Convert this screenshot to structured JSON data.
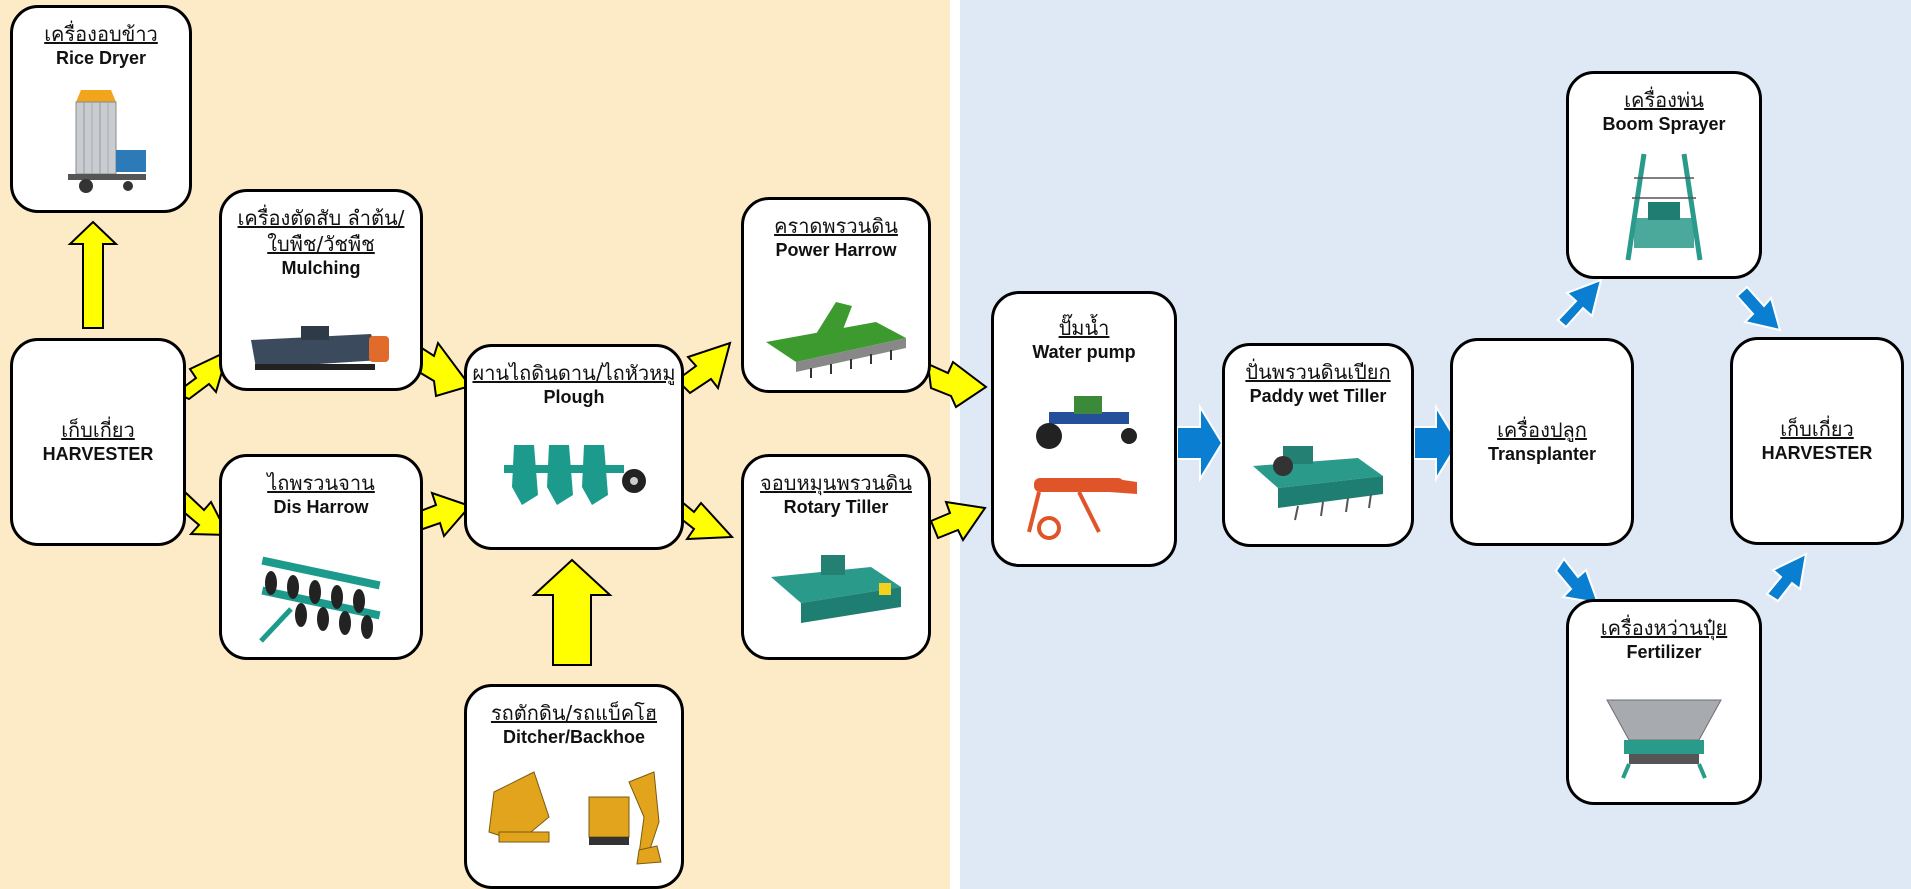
{
  "colors": {
    "left_bg": "#fdebc8",
    "right_bg": "#dfe9f6",
    "yellow_arrow": "#ffff00",
    "blue_arrow": "#0a7fd1"
  },
  "nodes": {
    "rice_dryer": {
      "th": "เครื่องอบข้าว",
      "en": "Rice Dryer",
      "icon": "grain-dryer-icon"
    },
    "harvester_start": {
      "th": "เก็บเกี่ยว",
      "en": "HARVESTER"
    },
    "mulching": {
      "th1": "เครื่องตัดสับ ลำต้น/",
      "th2": "ใบพืช/วัชพืช",
      "en": "Mulching",
      "icon": "mulcher-icon"
    },
    "dis_harrow": {
      "th": "ไถพรวนจาน",
      "en": "Dis Harrow",
      "icon": "disc-harrow-icon"
    },
    "plough": {
      "th": "ผานไถดินดาน/ไถหัวหมู",
      "en": "Plough",
      "icon": "plough-icon"
    },
    "ditcher": {
      "th": "รถตักดิน/รถแบ็คโฮ",
      "en": "Ditcher/Backhoe",
      "icon": "backhoe-icon"
    },
    "power_harrow": {
      "th": "คราดพรวนดิน",
      "en": "Power Harrow",
      "icon": "power-harrow-icon"
    },
    "rotary_tiller": {
      "th": "จอบหมุนพรวนดิน",
      "en": "Rotary Tiller",
      "icon": "rotary-tiller-icon"
    },
    "water_pump": {
      "th": "ปั๊มน้ำ",
      "en": "Water pump",
      "icon": "water-pump-icon"
    },
    "paddy_tiller": {
      "th": "ปั่นพรวนดินเปียก",
      "en": "Paddy wet Tiller",
      "icon": "paddy-tiller-icon"
    },
    "transplanter": {
      "th": "เครื่องปลูก",
      "en": "Transplanter"
    },
    "boom_sprayer": {
      "th": "เครื่องพ่น",
      "en": "Boom Sprayer",
      "icon": "boom-sprayer-icon"
    },
    "fertilizer": {
      "th": "เครื่องหว่านปุ๋ย",
      "en": "Fertilizer",
      "icon": "fertilizer-spreader-icon"
    },
    "harvester_end": {
      "th": "เก็บเกี่ยว",
      "en": "HARVESTER"
    }
  }
}
